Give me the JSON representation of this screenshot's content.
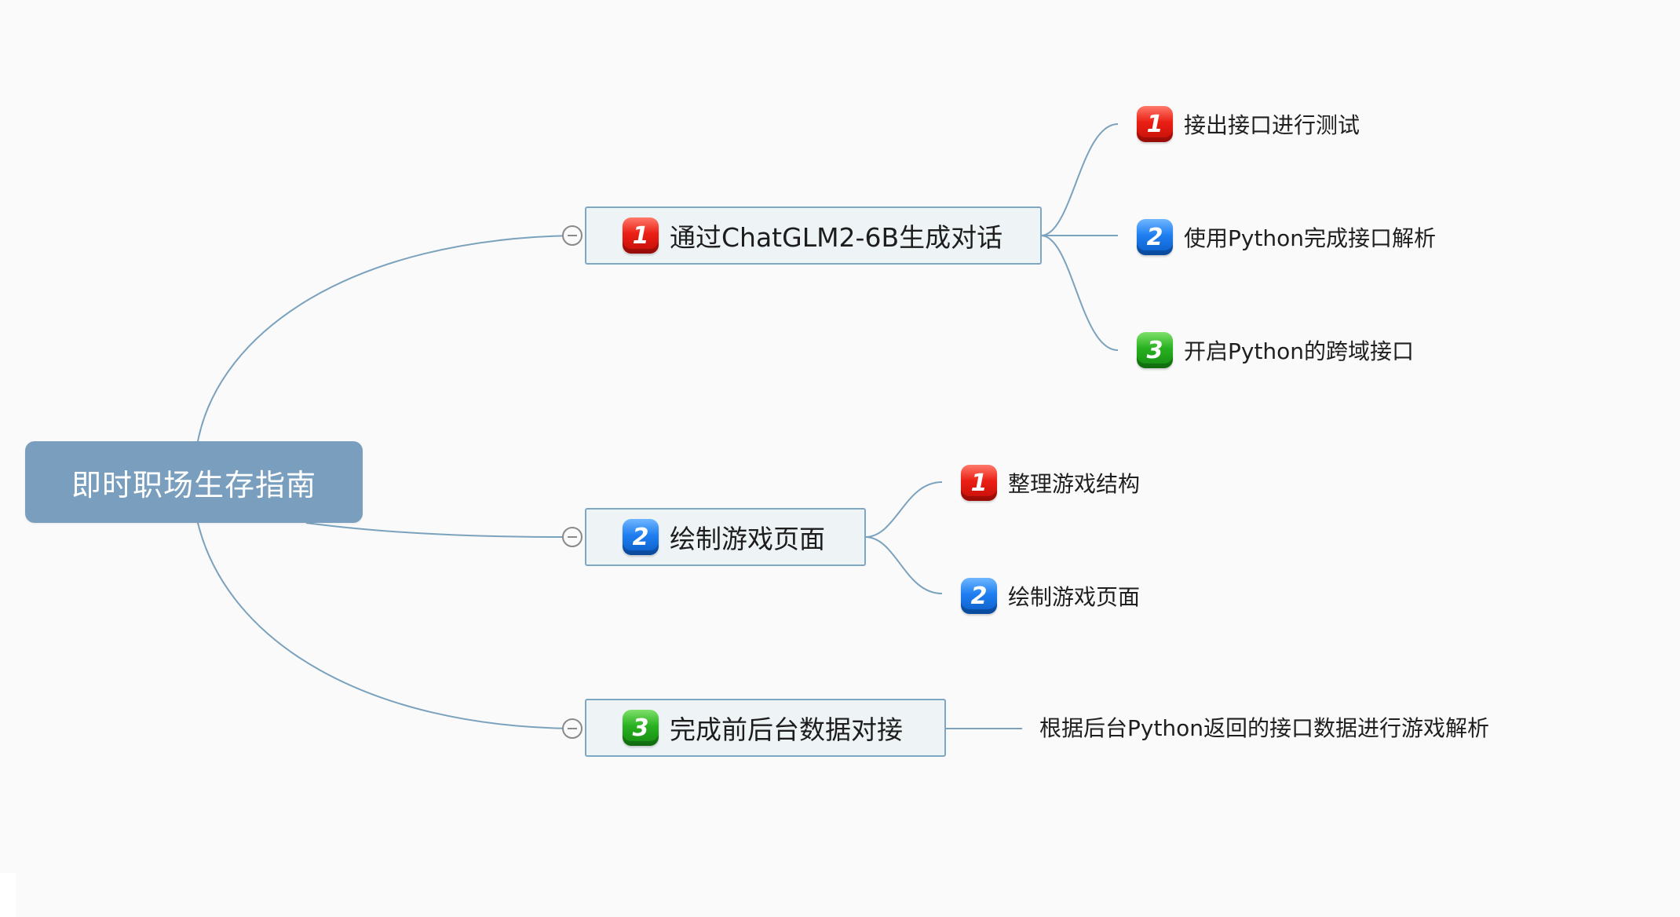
{
  "root": {
    "label": "即时职场生存指南"
  },
  "branches": [
    {
      "number": "1",
      "label": "通过ChatGLM2-6B生成对话",
      "color": "#e61e14",
      "children": [
        {
          "number": "1",
          "label": "接出接口进行测试",
          "color": "#e61e14"
        },
        {
          "number": "2",
          "label": "使用Python完成接口解析",
          "color": "#1f7ef0"
        },
        {
          "number": "3",
          "label": "开启Python的跨域接口",
          "color": "#28b11f"
        }
      ]
    },
    {
      "number": "2",
      "label": "绘制游戏页面",
      "color": "#1f7ef0",
      "children": [
        {
          "number": "1",
          "label": "整理游戏结构",
          "color": "#e61e14"
        },
        {
          "number": "2",
          "label": "绘制游戏页面",
          "color": "#1f7ef0"
        }
      ]
    },
    {
      "number": "3",
      "label": "完成前后台数据对接",
      "color": "#28b11f",
      "note": "根据后台Python返回的接口数据进行游戏解析"
    }
  ],
  "colors": {
    "connector": "#7ba2bd",
    "root_fill": "#7a9fbe",
    "topic_border": "#7ea7c2"
  },
  "icons": {
    "collapse": "minus-circle-icon"
  }
}
